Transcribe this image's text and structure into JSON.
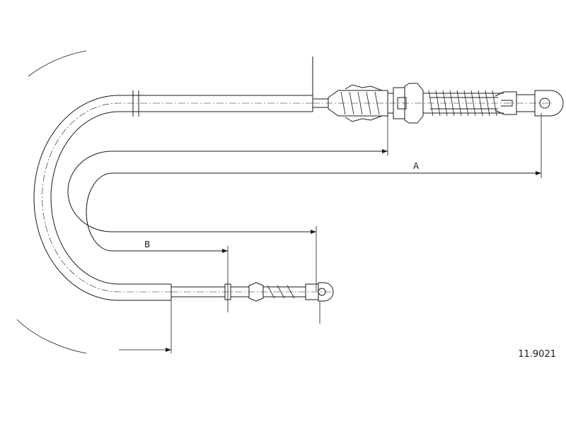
{
  "diagram": {
    "dimension_a_label": "A",
    "dimension_b_label": "B",
    "part_number": "11.9021"
  }
}
